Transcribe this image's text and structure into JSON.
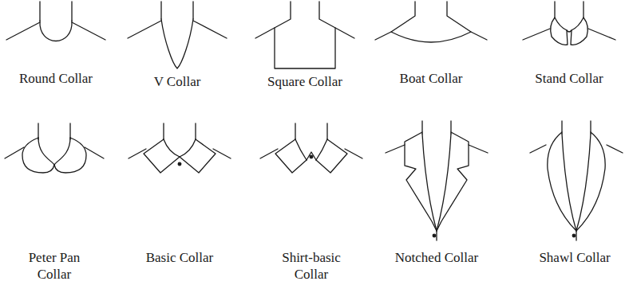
{
  "diagram": {
    "labels": [
      "Round Collar",
      "V Collar",
      "Square Collar",
      "Boat Collar",
      "Stand Collar",
      "Peter Pan Collar",
      "Basic Collar",
      "Shirt-basic Collar",
      "Notched Collar",
      "Shawl Collar"
    ]
  }
}
